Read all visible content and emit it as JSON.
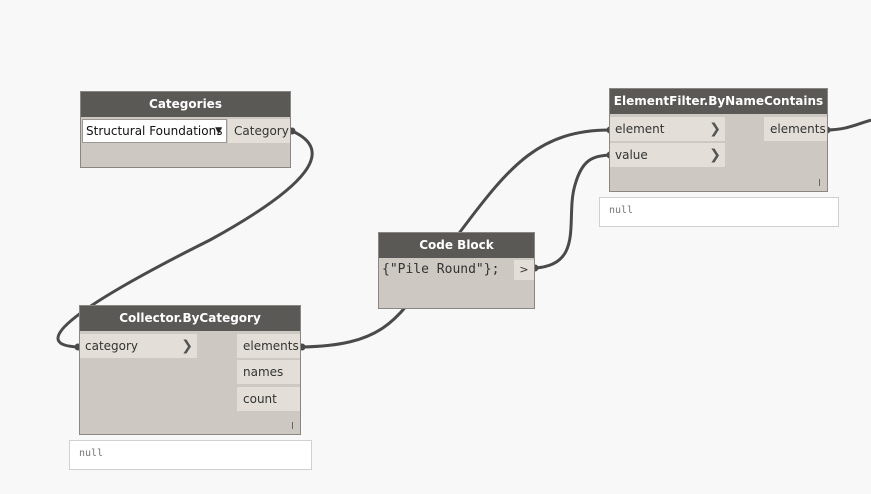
{
  "nodes": {
    "categories": {
      "title": "Categories",
      "selected": "Structural Foundations",
      "output": "Category"
    },
    "collector": {
      "title": "Collector.ByCategory",
      "input": "category",
      "outputs": [
        "elements",
        "names",
        "count"
      ],
      "preview": "null"
    },
    "code_block": {
      "title": "Code Block",
      "code": "{\"Pile Round\"};",
      "output": ">"
    },
    "element_filter": {
      "title": "ElementFilter.ByNameContains",
      "inputs": [
        "element",
        "value"
      ],
      "output": "elements",
      "preview": "null"
    }
  },
  "colors": {
    "canvas": "#f8f8f8",
    "node_header": "#5b5955",
    "node_body": "#cdc8c1",
    "port": "#e3ded7",
    "wire": "#4a4a4a"
  }
}
